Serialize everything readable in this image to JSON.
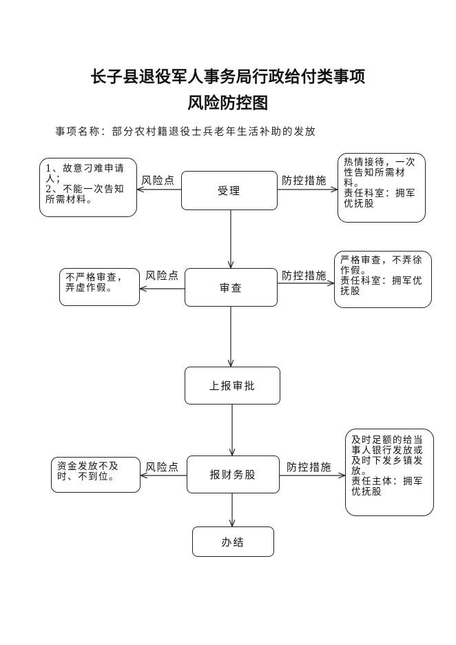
{
  "title": {
    "line1": "长子县退役军人事务局行政给付类事项",
    "line2": "风险防控图"
  },
  "item_name": "事项名称：部分农村籍退役士兵老年生活补助的发放",
  "steps": {
    "accept": "受理",
    "review": "审查",
    "report": "上报审批",
    "finance": "报财务股",
    "finish": "办结"
  },
  "labels": {
    "risk_point": "风险点",
    "control_measure": "防控措施"
  },
  "risks": {
    "accept": "1、故意刁难申请人；\n2、不能一次告知所需材料。",
    "review": "不严格审查，弄虚作假。",
    "finance": "资金发放不及时、不到位。"
  },
  "measures": {
    "accept": "热情接待，一次性告知所需材料。\n责任科室：拥军优抚股",
    "review": "严格审查，不弄徐作假。\n责任科室：拥军优抚股",
    "finance": "及时足额的给当事人银行发放或及时下发乡镇发放。\n责任主体：拥军优抚股"
  }
}
